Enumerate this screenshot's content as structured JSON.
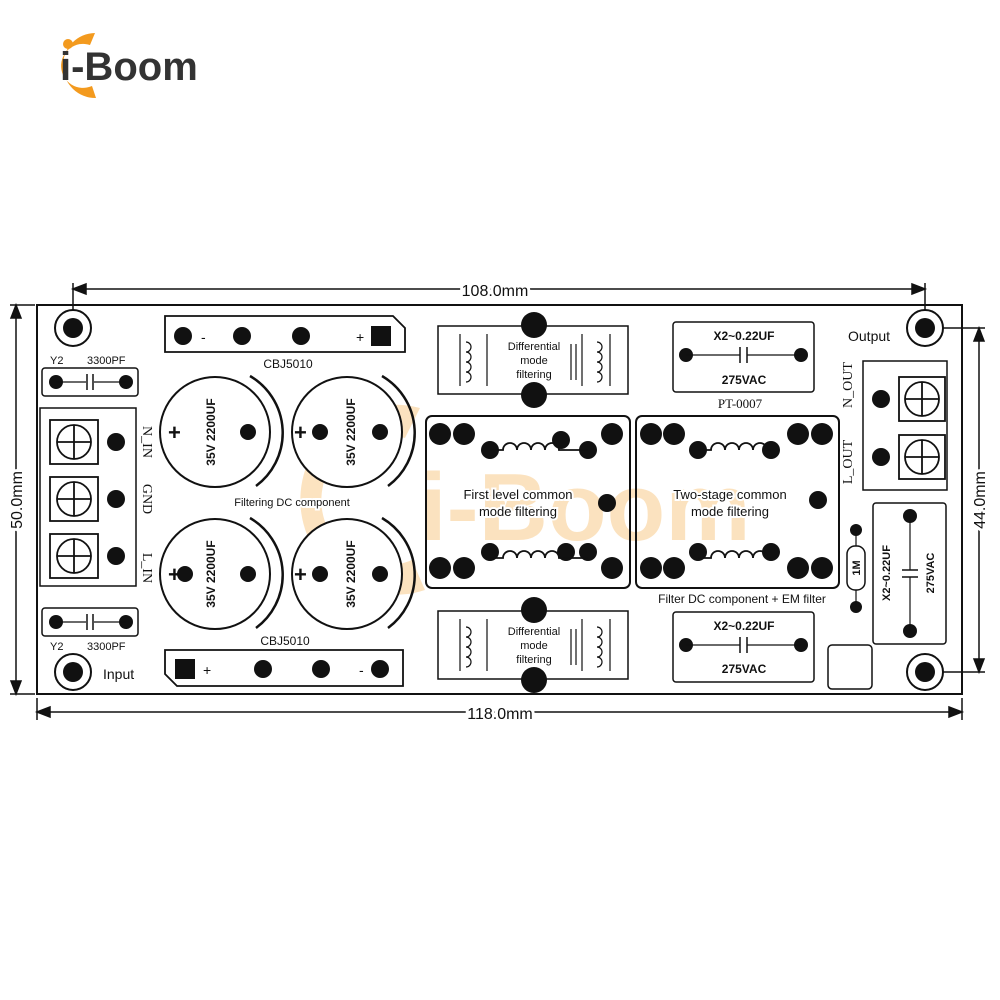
{
  "logo": {
    "brand": "i-Boom",
    "watermark": "i-Boom",
    "accent_color": "#f39a1e"
  },
  "dimensions": {
    "top": "108.0mm",
    "bottom": "118.0mm",
    "left": "50.0mm",
    "right": "44.0mm"
  },
  "y2_top": {
    "name": "Y2",
    "value": "3300PF"
  },
  "y2_bottom": {
    "name": "Y2",
    "value": "3300PF"
  },
  "bridge_top": "CBJ5010",
  "bridge_bottom": "CBJ5010",
  "plus": "+",
  "minus": "-",
  "capacitor_label": "35V 2200UF",
  "terminal_labels": {
    "n_in": "N_IN",
    "gnd": "GND",
    "l_in": "L_IN",
    "n_out": "N_OUT",
    "l_out": "L_OUT"
  },
  "filtering_dc": "Filtering DC component",
  "diff_mode": [
    "Differential",
    "mode",
    "filtering"
  ],
  "first_cm": [
    "First level common",
    "mode filtering"
  ],
  "second_cm": [
    "Two-stage common",
    "mode filtering"
  ],
  "x2_cap": {
    "name": "X2~0.22UF",
    "voltage": "275VAC"
  },
  "pt_label": "PT-0007",
  "output_label": "Output",
  "input_label": "Input",
  "filter_dc_em": "Filter DC component + EM filter",
  "resistor": "1M",
  "colors": {
    "ink": "#111111",
    "accent": "#f39a1e"
  }
}
